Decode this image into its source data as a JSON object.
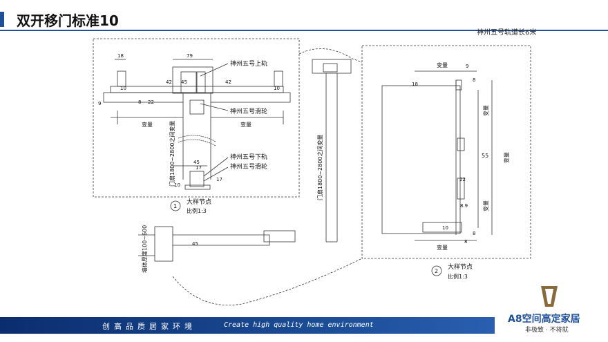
{
  "title": "双开移门标准10",
  "track_note": "神州五号轨道长6米",
  "labels": {
    "upper_track": "神州五号上轨",
    "pulley": "神州五号滑轮",
    "lower_track": "神州五号下轨",
    "lower_pulley": "神州五号滑轮",
    "door_height_v": "门扇1800~2800之间变量",
    "door_height_v2": "门扇1800~2800之间变量",
    "wall_thickness": "墙体厚度100~600",
    "variable": "变量"
  },
  "detail1": {
    "symbol": "1",
    "name": "大样节点",
    "scale": "比例1:3"
  },
  "detail2": {
    "symbol": "2",
    "name": "大样节点",
    "scale": "比例1:3"
  },
  "dims": {
    "d18": "18",
    "d79": "79",
    "d42a": "42",
    "d45": "45",
    "d42b": "42",
    "d10a": "10",
    "d10b": "10",
    "d9": "9",
    "d8": "8",
    "d22": "22",
    "d17a": "17",
    "d17b": "17",
    "d45b": "45",
    "d10c": "10",
    "d9r": "9",
    "d8r": "8",
    "d18r": "18",
    "d55": "55",
    "d22r": "22",
    "d89": "8.9",
    "d10r": "10",
    "d8r2": "8",
    "d8r3": "8",
    "d45w": "45"
  },
  "footer": {
    "cn": "创高品质居家环境",
    "en": "Create high quality home environment"
  },
  "logo": {
    "name": "A8空间高定家居",
    "slogan": "非极致 · 不将就"
  }
}
